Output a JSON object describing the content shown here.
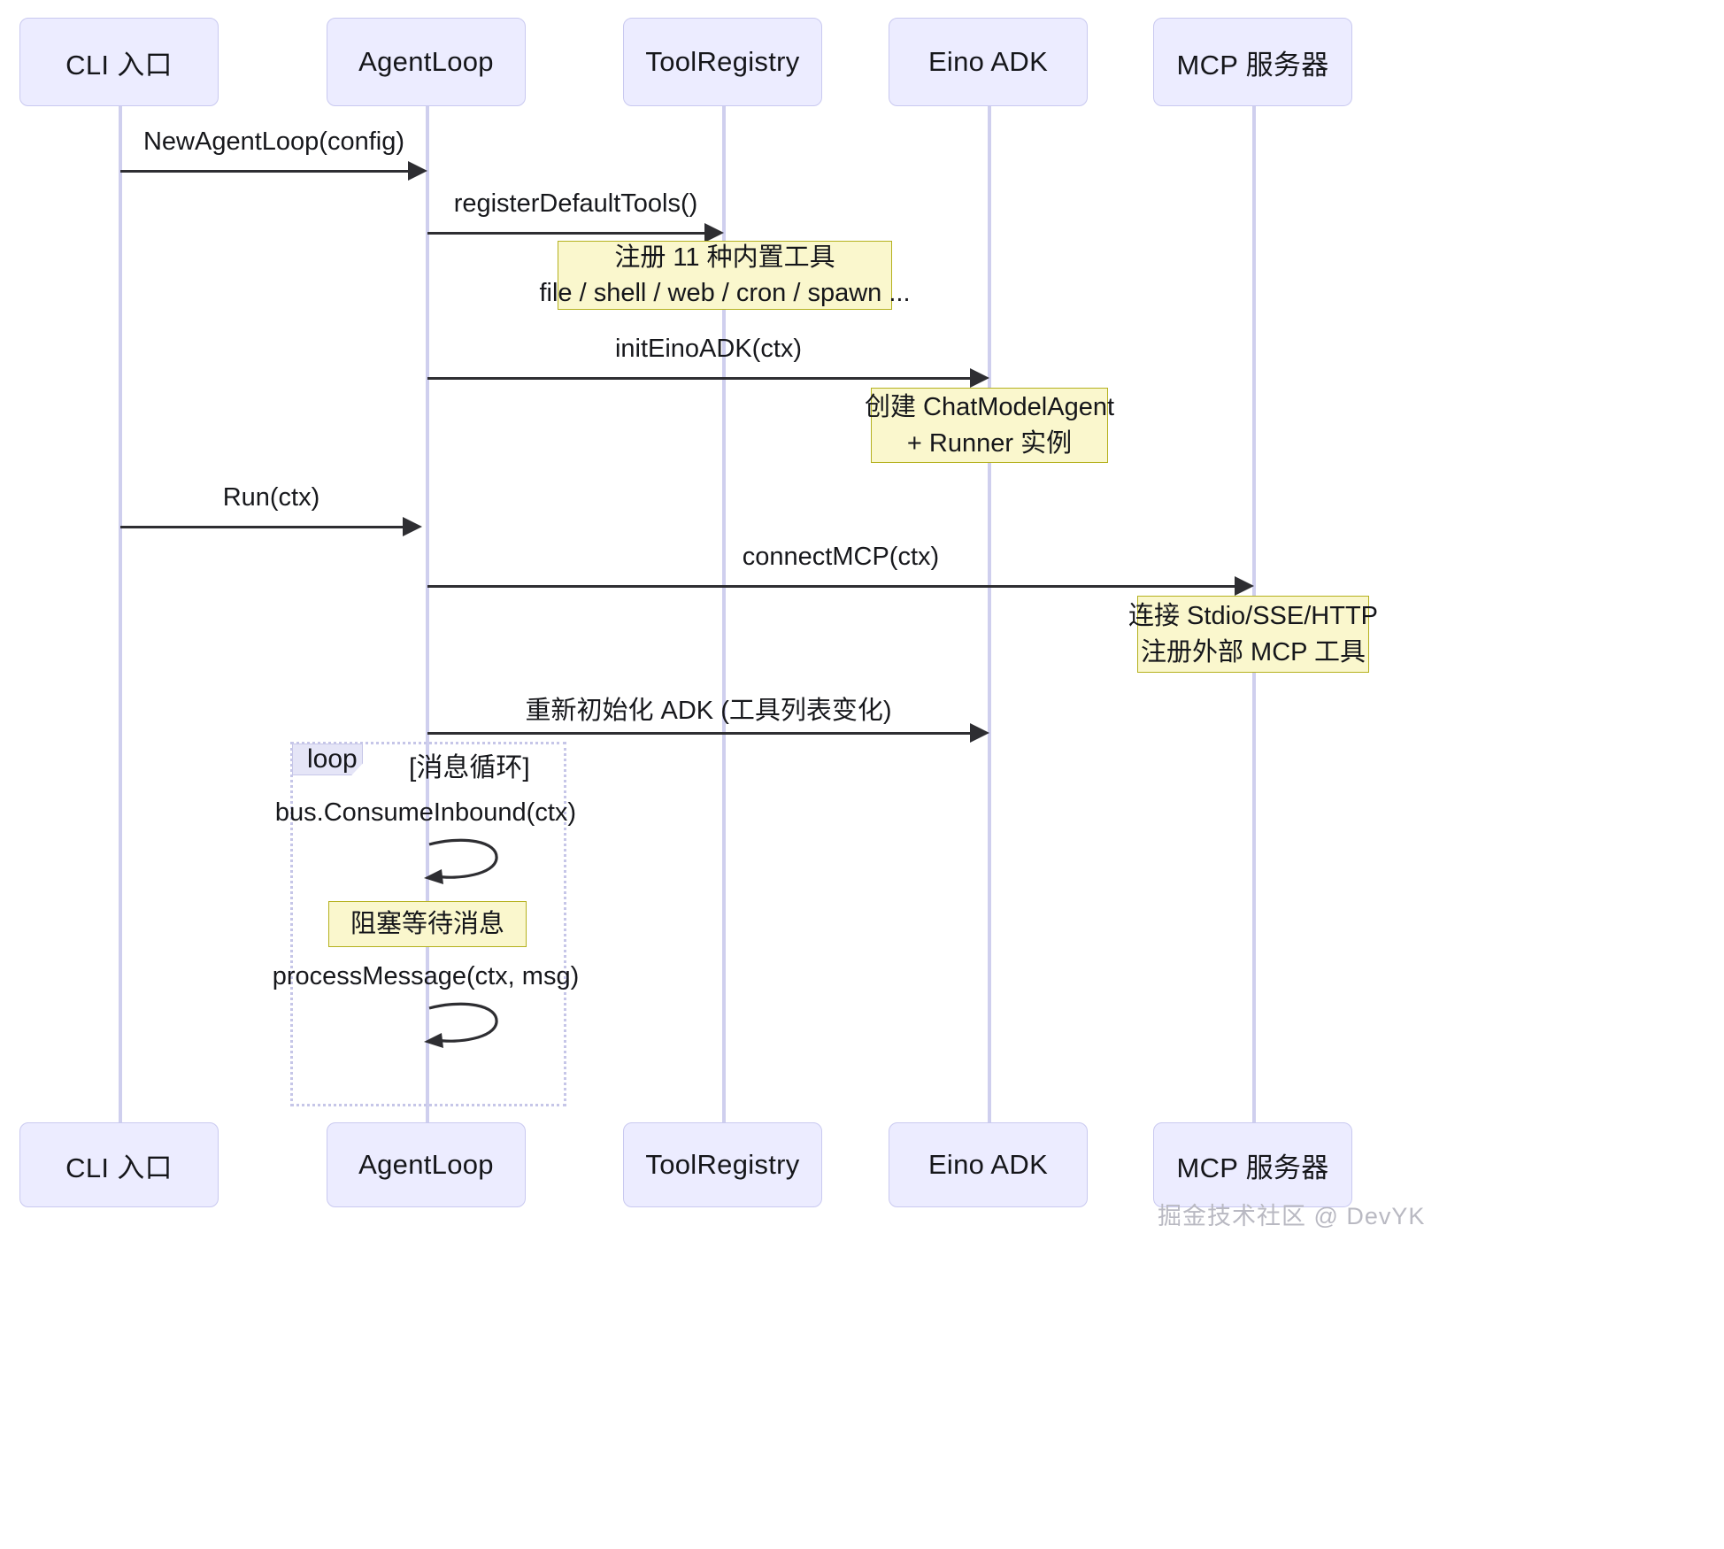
{
  "diagram": {
    "type": "sequence-diagram",
    "colors": {
      "participant_fill": "#ececff",
      "participant_stroke": "#c9c9f0",
      "lifeline": "#cfcfee",
      "note_fill": "#faf7cd",
      "note_stroke": "#b5b11f",
      "arrow": "#2e2e32",
      "fragment_stroke": "#c6c6e8",
      "fragment_tab_fill": "#e5e5f7"
    }
  },
  "participants": [
    {
      "id": "cli",
      "label": "CLI 入口"
    },
    {
      "id": "agentloop",
      "label": "AgentLoop"
    },
    {
      "id": "toolregistry",
      "label": "ToolRegistry"
    },
    {
      "id": "einoadk",
      "label": "Eino ADK"
    },
    {
      "id": "mcp",
      "label": "MCP 服务器"
    }
  ],
  "messages": [
    {
      "id": "m1",
      "from": "cli",
      "to": "agentloop",
      "label": "NewAgentLoop(config)"
    },
    {
      "id": "m2",
      "from": "agentloop",
      "to": "toolregistry",
      "label": "registerDefaultTools()"
    },
    {
      "id": "m3",
      "from": "agentloop",
      "to": "einoadk",
      "label": "initEinoADK(ctx)"
    },
    {
      "id": "m4",
      "from": "cli",
      "to": "agentloop",
      "label": "Run(ctx)"
    },
    {
      "id": "m5",
      "from": "agentloop",
      "to": "mcp",
      "label": "connectMCP(ctx)"
    },
    {
      "id": "m6",
      "from": "agentloop",
      "to": "einoadk",
      "label": "重新初始化 ADK (工具列表变化)"
    }
  ],
  "self_messages": [
    {
      "id": "s1",
      "on": "agentloop",
      "label": "bus.ConsumeInbound(ctx)"
    },
    {
      "id": "s2",
      "on": "agentloop",
      "label": "processMessage(ctx, msg)"
    }
  ],
  "notes": [
    {
      "id": "n1",
      "over": "toolregistry",
      "lines": [
        "注册 11 种内置工具",
        "file / shell / web / cron / spawn ..."
      ]
    },
    {
      "id": "n2",
      "over": "einoadk",
      "lines": [
        "创建 ChatModelAgent",
        "+ Runner 实例"
      ]
    },
    {
      "id": "n3",
      "over": "mcp",
      "lines": [
        "连接 Stdio/SSE/HTTP",
        "注册外部 MCP 工具"
      ]
    },
    {
      "id": "n4",
      "over": "agentloop",
      "lines": [
        "阻塞等待消息"
      ]
    }
  ],
  "fragments": [
    {
      "id": "loop1",
      "kind": "loop",
      "condition": "[消息循环]"
    }
  ],
  "watermark": {
    "text": "掘金技术社区 @ DevYK"
  }
}
